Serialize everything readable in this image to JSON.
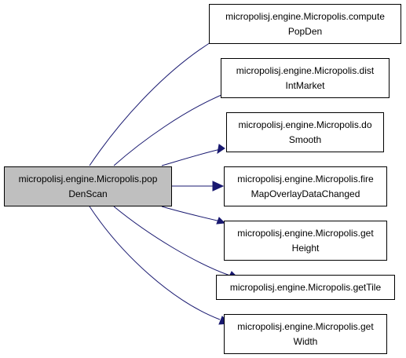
{
  "source": {
    "line1": "micropolisj.engine.Micropolis.pop",
    "line2": "DenScan"
  },
  "targets": [
    {
      "line1": "micropolisj.engine.Micropolis.compute",
      "line2": "PopDen"
    },
    {
      "line1": "micropolisj.engine.Micropolis.dist",
      "line2": "IntMarket"
    },
    {
      "line1": "micropolisj.engine.Micropolis.do",
      "line2": "Smooth"
    },
    {
      "line1": "micropolisj.engine.Micropolis.fire",
      "line2": "MapOverlayDataChanged"
    },
    {
      "line1": "micropolisj.engine.Micropolis.get",
      "line2": "Height"
    },
    {
      "line1": "micropolisj.engine.Micropolis.getTile",
      "line2": ""
    },
    {
      "line1": "micropolisj.engine.Micropolis.get",
      "line2": "Width"
    }
  ],
  "colors": {
    "edge": "#191970",
    "source_fill": "#bfbfbf",
    "node_fill": "#ffffff",
    "border": "#000000"
  }
}
